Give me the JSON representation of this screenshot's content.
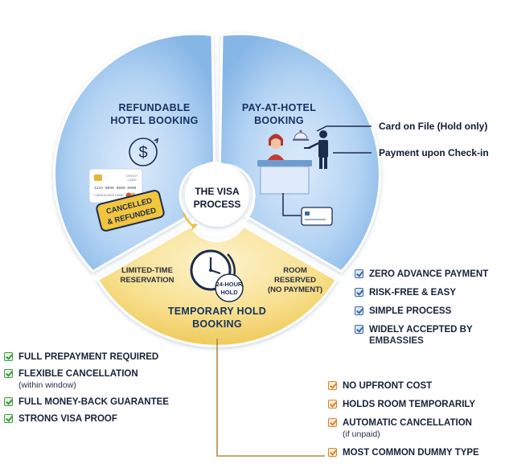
{
  "segments": {
    "refundable": {
      "line1": "REFUNDABLE",
      "line2": "HOTEL BOOKING"
    },
    "pay_at_hotel": {
      "line1": "PAY-AT-HOTEL",
      "line2": "BOOKING"
    },
    "temporary_hold": {
      "line1": "TEMPORARY HOLD",
      "line2": "BOOKING"
    }
  },
  "center": {
    "line1": "THE VISA",
    "line2": "PROCESS"
  },
  "card": {
    "brand_line1": "CREDIT",
    "brand_line2": "CARD",
    "number": "1234 0000 0000 0000",
    "holder": "CARDHOLDER NAME"
  },
  "stamp": {
    "line1": "CANCELLED",
    "line2": "& REFUNDED"
  },
  "hold_labels": {
    "left_line1": "LIMITED-TIME",
    "left_line2": "RESERVATION",
    "right_line1": "ROOM",
    "right_line2": "RESERVED",
    "right_line3": "(NO PAYMENT)",
    "badge_line1": "24-HOUR",
    "badge_line2": "HOLD"
  },
  "callouts": {
    "card_on_file": "Card on File (Hold only)",
    "payment_checkin": "Payment upon Check-in"
  },
  "icons": [
    "dollar-icon",
    "credit-card-icon",
    "receptionist-icon",
    "service-bell-icon",
    "waiter-icon",
    "clock-icon",
    "cycle-arrow-icon",
    "checkbox-icon"
  ],
  "colors": {
    "blue_segment": "#9cc6ee",
    "yellow_segment": "#f6dc86",
    "green_check": "#3f9a3d",
    "blue_check": "#3a66a8",
    "orange_check": "#d9822b",
    "connector": "#b8883c"
  },
  "lists": {
    "refundable_features": [
      {
        "text": "FULL PREPAYMENT REQUIRED",
        "sub": ""
      },
      {
        "text": "FLEXIBLE CANCELLATION",
        "sub": "(within window)"
      },
      {
        "text": "FULL MONEY-BACK GUARANTEE",
        "sub": ""
      },
      {
        "text": "STRONG VISA PROOF",
        "sub": ""
      }
    ],
    "pay_at_hotel_features": [
      {
        "text": "ZERO ADVANCE PAYMENT",
        "sub": ""
      },
      {
        "text": "RISK-FREE & EASY",
        "sub": ""
      },
      {
        "text": "SIMPLE PROCESS",
        "sub": ""
      },
      {
        "text": "WIDELY ACCEPTED BY",
        "sub": "EMBASSIES"
      }
    ],
    "temporary_hold_features": [
      {
        "text": "NO UPFRONT COST",
        "sub": ""
      },
      {
        "text": "HOLDS ROOM TEMPORARILY",
        "sub": ""
      },
      {
        "text": "AUTOMATIC CANCELLATION",
        "sub": "(if unpaid)"
      },
      {
        "text": "MOST COMMON DUMMY TYPE",
        "sub": ""
      }
    ]
  }
}
